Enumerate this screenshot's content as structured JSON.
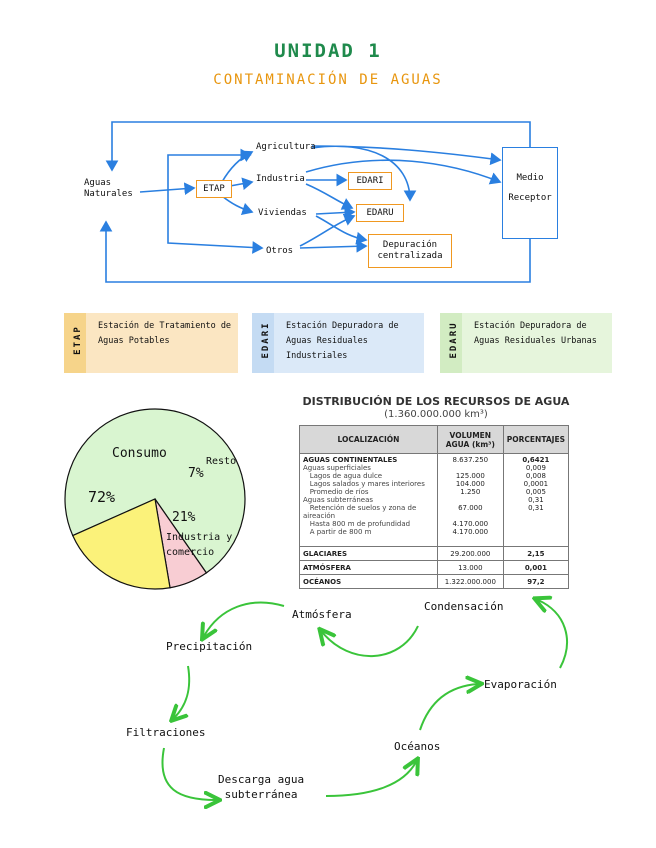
{
  "header": {
    "title": "UNIDAD 1",
    "subtitle": "CONTAMINACIÓN DE AGUAS"
  },
  "flow": {
    "aguas_naturales": [
      "Aguas",
      "Naturales"
    ],
    "etap": "ETAP",
    "agricultura": "Agricultura",
    "industria": "Industria",
    "viviendas": "Viviendas",
    "otros": "Otros",
    "edari": "EDARI",
    "edaru": "EDARU",
    "depuracion": [
      "Depuración",
      "centralizada"
    ],
    "medio_receptor": [
      "Medio",
      "Receptor"
    ]
  },
  "legend": [
    {
      "code": "ETAP",
      "text": "Estación de Tratamiento de Aguas Potables",
      "color": "#fbe6c2",
      "tab": "#f6d48a"
    },
    {
      "code": "EDARI",
      "text": "Estación Depuradora de Aguas Residuales Industriales",
      "color": "#dbe9f8",
      "tab": "#c4dbf3"
    },
    {
      "code": "EDARU",
      "text": "Estación Depuradora de Aguas Residuales Urbanas",
      "color": "#e6f5dc",
      "tab": "#d2ecc2"
    }
  ],
  "pie": {
    "slices": [
      {
        "label": "Consumo",
        "value": 72,
        "color": "#d9f5d0"
      },
      {
        "label": "Resto",
        "value": 7,
        "color": "#f8cdd3"
      },
      {
        "label": "Industria y comercio",
        "value": 21,
        "color": "#fbf27a"
      }
    ],
    "labels": {
      "consumo": "Consumo",
      "consumo_pct": "72%",
      "resto": "Resto",
      "resto_pct": "7%",
      "industria_pct": "21%",
      "industria": [
        "Industria y",
        "comercio"
      ]
    }
  },
  "table": {
    "title": "DISTRIBUCIÓN DE LOS RECURSOS DE AGUA",
    "subtitle": "(1.360.000.000 km³)",
    "headers": [
      "LOCALIZACIÓN",
      "VOLUMEN AGUA (km³)",
      "PORCENTAJES"
    ],
    "continental": {
      "label": "AGUAS CONTINENTALES",
      "volume": "8.637.250",
      "pct": "0,6421",
      "rows": [
        [
          "Aguas superficiales",
          "",
          "0,009"
        ],
        [
          "   Lagos de agua dulce",
          "125.000",
          "0,008"
        ],
        [
          "   Lagos salados y mares interiores",
          "104.000",
          "0,0001"
        ],
        [
          "   Promedio de ríos",
          "1.250",
          "0,005"
        ],
        [
          "Aguas subterráneas",
          "",
          "0,31"
        ],
        [
          "   Retención de suelos y zona de aireación",
          "67.000",
          "0,31"
        ],
        [
          "   Hasta 800 m de profundidad",
          "4.170.000",
          ""
        ],
        [
          "   A partir de 800 m",
          "4.170.000",
          ""
        ]
      ]
    },
    "others": [
      [
        "GLACIARES",
        "29.200.000",
        "2,15"
      ],
      [
        "ATMÓSFERA",
        "13.000",
        "0,001"
      ],
      [
        "OCÉANOS",
        "1.322.000.000",
        "97,2"
      ]
    ]
  },
  "cycle": {
    "atmosfera": "Atmósfera",
    "condensacion": "Condensación",
    "precipitacion": "Precipitación",
    "evaporacion": "Evaporación",
    "filtraciones": "Filtraciones",
    "oceanos": "Océanos",
    "descarga": [
      "Descarga agua",
      "subterránea"
    ]
  },
  "colors": {
    "flow_arrow": "#2a7fe0",
    "box_border": "#f09820",
    "cycle_arrow": "#3ac43a",
    "title": "#1f8a4c",
    "subtitle": "#e8960f"
  }
}
